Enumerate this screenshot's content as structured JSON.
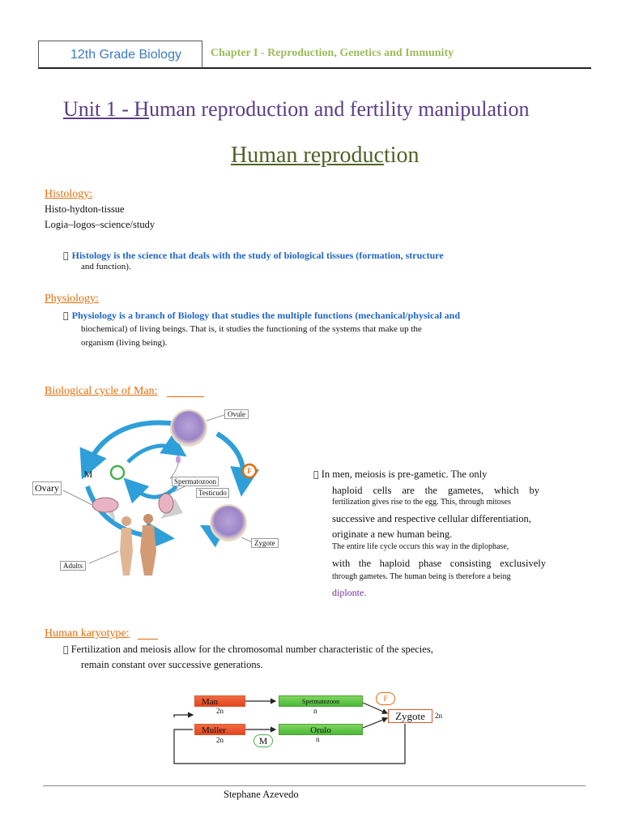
{
  "header": {
    "title": "12th Grade Biology",
    "chapter": "Chapter I - Reproduction, Genetics and Immunity"
  },
  "unit_title": {
    "underlined": "Unit 1 - H",
    "rest": "uman reproduction and fertility manipulation"
  },
  "main_title": {
    "underlined": "Human reproduc",
    "rest": "tion"
  },
  "histology": {
    "heading": "Histology:",
    "line1": "Histo-hydton-tissue",
    "line2": "Logia–logos–science/study",
    "def_bold": "Histology is the science that deals with the study of biological tissues (formation, structure",
    "def_tail": "and function)."
  },
  "physiology": {
    "heading": "Physiology:",
    "def_bold": "Physiology is a branch of Biology that studies the multiple functions (mechanical/physical and",
    "line2": "biochemical) of living beings. That is, it studies the functioning of the systems that make up the",
    "line3": "organism (living being)."
  },
  "bio_cycle": {
    "heading": "Biological cycle of Man:",
    "labels": {
      "ovule": "Ovule",
      "m": "M",
      "f": "F",
      "ovary": "Ovary",
      "spermatozoon": "Spermatozoon",
      "testicle": "Testicudo",
      "zygote": "Zygote",
      "adults": "Adults"
    },
    "text": {
      "l1": "In men, meiosis is pre-gametic. The only",
      "l2": "haploid cells are the gametes, which by",
      "l3": "fertilization gives rise to the egg. This, through mitoses",
      "l4": "successive and respective cellular differentiation,",
      "l5": "originate a new human being.",
      "l6": "The entire life cycle occurs this way in the diplophase,",
      "l7": "with the haploid phase consisting exclusively",
      "l8": "through gametes. The human being is therefore a being",
      "l9": "diplonte."
    }
  },
  "karyotype": {
    "heading": "Human karyotype:",
    "line1": "Fertilization and meiosis allow for the chromosomal number characteristic of the species,",
    "line2": "remain constant over successive generations.",
    "diagram": {
      "man": "Man",
      "man_n": "2n",
      "muller": "Muller",
      "muller_n": "2n",
      "spermatozoon": "Spermatozoon",
      "sperm_n": "n",
      "ovule": "Orulo",
      "ovule_n": "n",
      "zygote": "Zygote",
      "zygote_n": "2n",
      "f": "F",
      "m": "M"
    }
  },
  "footer": {
    "author": "Stephane Azevedo"
  },
  "colors": {
    "header_blue": "#3b7bc4",
    "chapter_green": "#9bbb59",
    "unit_purple": "#5b3d87",
    "title_olive": "#4f6228",
    "heading_orange": "#e36c0a",
    "body_blue": "#2166c4",
    "diagram_red": "#e2451f",
    "diagram_green": "#4cb83a"
  }
}
